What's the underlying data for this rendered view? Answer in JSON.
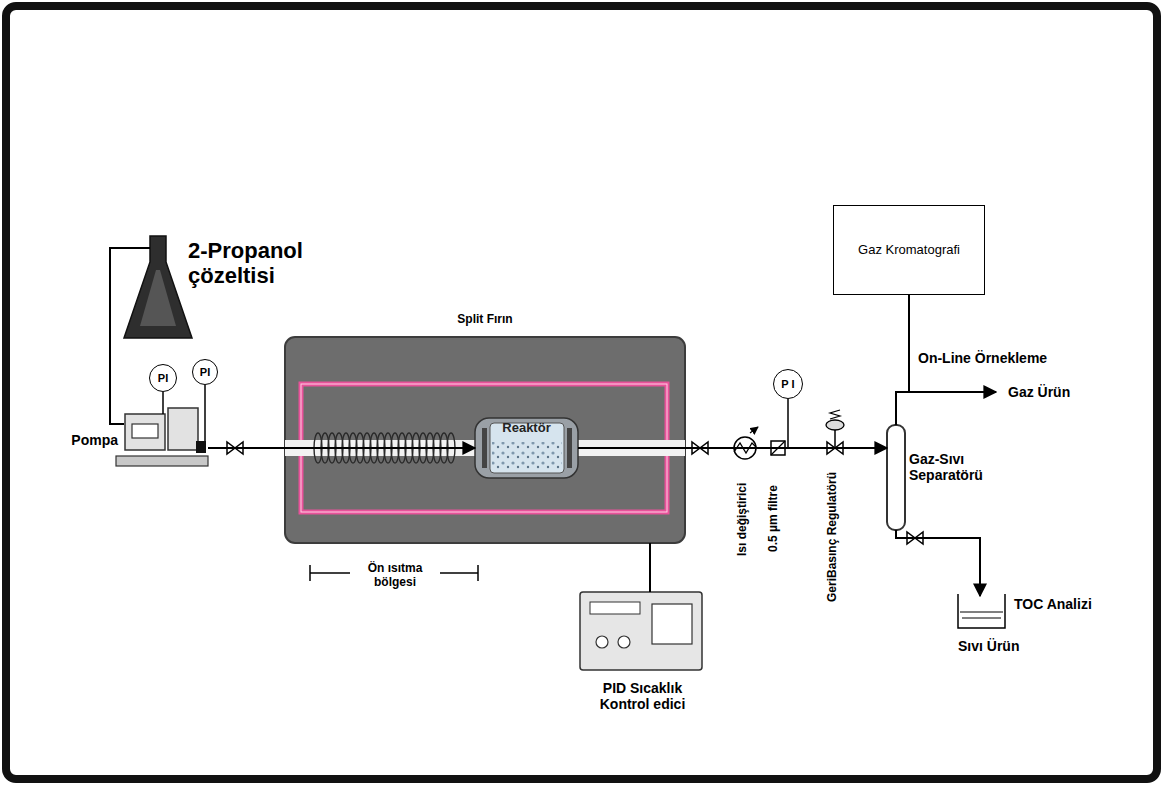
{
  "diagram": {
    "nodes": [
      {
        "text": [
          "2-Propanol çözeltisi"
        ]
      },
      {
        "text": [
          "PI"
        ]
      },
      {
        "text": [
          "PI"
        ]
      },
      {
        "text": [
          "Pompa"
        ]
      },
      {
        "text": [
          "Split Fırın"
        ]
      },
      {
        "text": [
          "Reaktör"
        ],
        "in": 4
      },
      {
        "text": [
          "PID Sıcaklık Kontrol edici"
        ]
      },
      {
        "text": [
          "P I"
        ]
      },
      {
        "text": [
          "Gaz Kromatografi"
        ]
      },
      {
        "text": [
          "Gaz-Sıvı Separatörü"
        ]
      },
      {
        "text": [
          "TOC Analizi",
          "Sıvı Ürün"
        ]
      }
    ],
    "edges": [
      {
        "from": 0,
        "to": 3,
        "arrow": "none"
      },
      {
        "from": 3,
        "to": 5,
        "arrow": "to"
      },
      {
        "from": 4,
        "to": 6,
        "arrow": "none"
      },
      {
        "from": 5,
        "to": 9,
        "arrow": "to"
      },
      {
        "from": 9,
        "to": 8,
        "arrow": "none"
      },
      {
        "from": 9,
        "to": 10,
        "arrow": "to"
      }
    ],
    "labels": [
      "Ön ısıtma bölgesi",
      "Isı değiştirici",
      "0.5 µm filtre",
      "GeriBasınç Regulatörü",
      "On-Line Örnekleme",
      "Gaz Ürün"
    ]
  }
}
